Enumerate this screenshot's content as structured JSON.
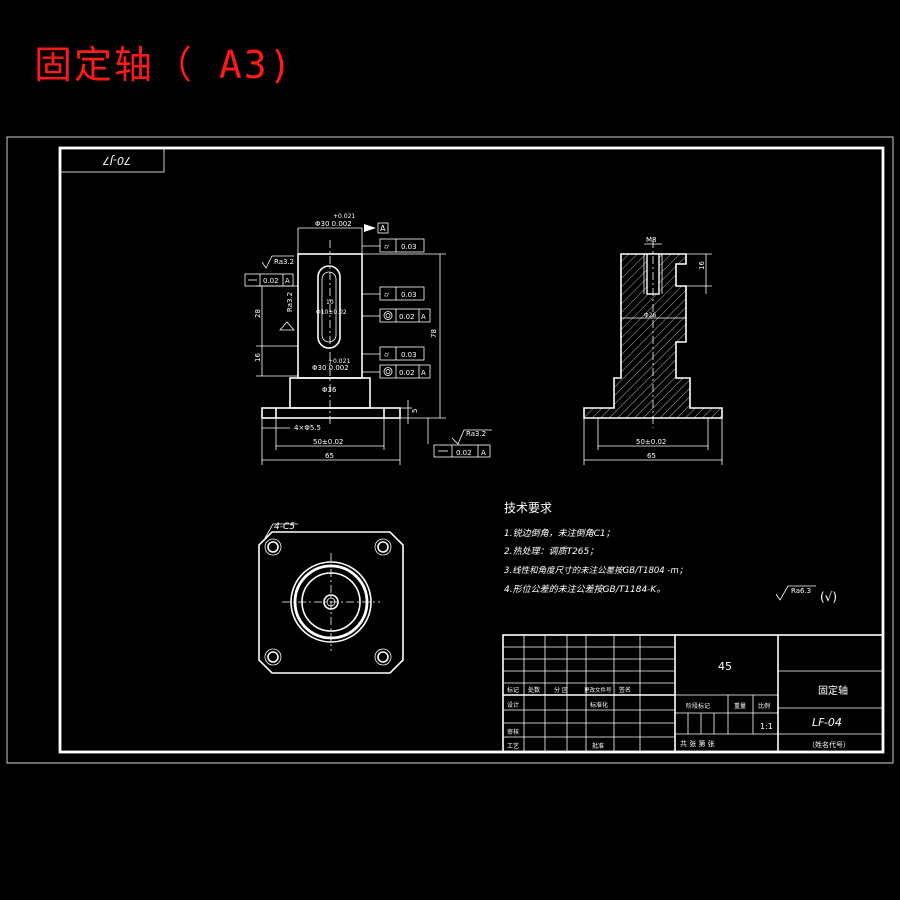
{
  "title": "固定轴（ A3)",
  "drawing": {
    "code_box": "70-J7",
    "dims_front": {
      "top_tol": "+0.021",
      "top_diam": "Φ30 0.002",
      "ra_left": "Ra3.2",
      "flat_left": "0.02",
      "dim_28": "28",
      "dim_16": "16",
      "ra_vert": "Ra3.2",
      "slot_w": "10",
      "slot_tol": "Φ10±0.02",
      "mid_diam": "Φ30 0.002",
      "mid_tol": "+0.021",
      "diam_36": "Φ36",
      "holes": "4×Φ5.5",
      "span_50": "50±0.02",
      "width_65": "65",
      "height_78": "78",
      "dim_5": "5",
      "ra_bottom": "Ra3.2",
      "flat_bottom": "0.02"
    },
    "datum": "A",
    "gdt_rows": [
      {
        "value": "0.03",
        "datum": ""
      },
      {
        "value": "0.03",
        "datum": ""
      },
      {
        "value": "0.02",
        "datum": "A"
      },
      {
        "value": "0.03",
        "datum": ""
      },
      {
        "value": "0.02",
        "datum": "A"
      }
    ],
    "dims_section": {
      "top": "M8",
      "right": "16",
      "diam": "Φ26",
      "span_50": "50±0.02",
      "width_65": "65"
    },
    "plan_label": "4-C5",
    "tech": {
      "heading": "技术要求",
      "items": [
        "1.锐边倒角，未注倒角C1；",
        "2.热处理：调质T265；",
        "3.线性和角度尺寸的未注公差按GB/T1804 -m；",
        "4.形位公差的未注公差按GB/T1184-K。"
      ]
    },
    "roughness": "Ra6.3",
    "roughness_suffix": "(√)",
    "title_block": {
      "material": "45",
      "part_name": "固定轴",
      "drawing_no": "LF-04",
      "scale": "1:1",
      "stage_label": "阶段标记",
      "weight_label": "重量",
      "scale_label": "比例",
      "sheets": "共 张 第 张",
      "org": "（姓名代号）",
      "row_labels": [
        "标记",
        "处数",
        "分 区",
        "更改文件号",
        "签名"
      ],
      "left_labels": [
        "设计",
        "标准化",
        "审核",
        "工艺",
        "批准"
      ]
    }
  }
}
